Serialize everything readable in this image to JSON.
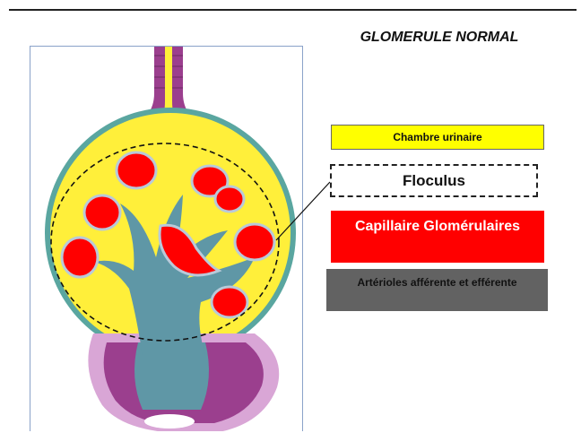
{
  "title": "GLOMERULE NORMAL",
  "legend": {
    "chambre": "Chambre urinaire",
    "floculus": "Floculus",
    "capillaire": "Capillaire Glomérulaires",
    "arterioles": "Artérioles afférente et efférente"
  },
  "colors": {
    "urinary_chamber": "#ffff00",
    "capillary": "#ff0000",
    "mesangium": "#5f97a6",
    "tubule_cells": "#9b3f8e",
    "capsule": "#5aa6a0",
    "arterioles": "#626262"
  }
}
